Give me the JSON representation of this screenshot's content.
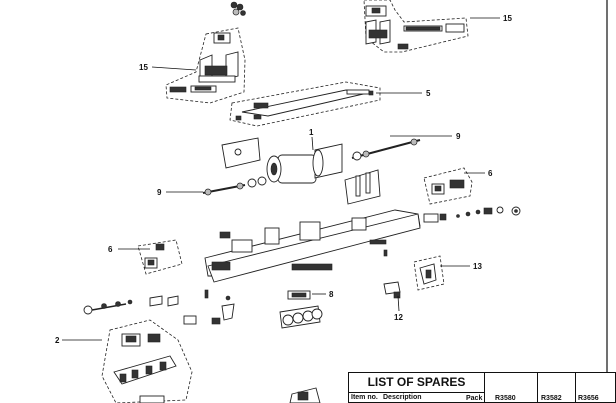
{
  "callouts": {
    "c1": "1",
    "c2": "2",
    "c5": "5",
    "c6a": "6",
    "c6b": "6",
    "c8": "8",
    "c9a": "9",
    "c9b": "9",
    "c12": "12",
    "c13": "13",
    "c15a": "15",
    "c15b": "15"
  },
  "spares_table": {
    "title": "LIST OF SPARES",
    "col_item": "Item no.",
    "col_description": "Description",
    "col_pack": "Pack",
    "col_a": "R3580",
    "col_b": "R3582",
    "col_c": "R3656"
  }
}
